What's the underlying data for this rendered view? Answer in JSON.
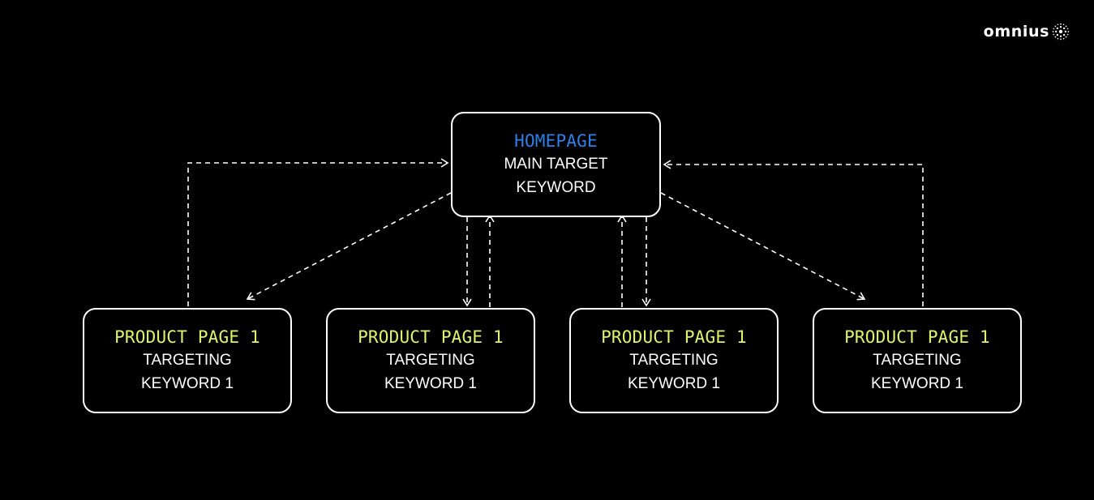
{
  "brand": {
    "name": "omnius",
    "mark_icon": "sunburst-dot-icon"
  },
  "homepage": {
    "title": "HOMEPAGE",
    "line1": "MAIN TARGET",
    "line2": "KEYWORD"
  },
  "products": [
    {
      "title": "PRODUCT PAGE 1",
      "line1": "TARGETING",
      "line2": "KEYWORD 1"
    },
    {
      "title": "PRODUCT PAGE 1",
      "line1": "TARGETING",
      "line2": "KEYWORD 1"
    },
    {
      "title": "PRODUCT PAGE 1",
      "line1": "TARGETING",
      "line2": "KEYWORD 1"
    },
    {
      "title": "PRODUCT PAGE 1",
      "line1": "TARGETING",
      "line2": "KEYWORD 1"
    }
  ],
  "colors": {
    "background": "#000000",
    "homepage_title": "#2f7fe8",
    "product_title": "#dcf56b",
    "text": "#ffffff",
    "connector": "#ffffff"
  }
}
